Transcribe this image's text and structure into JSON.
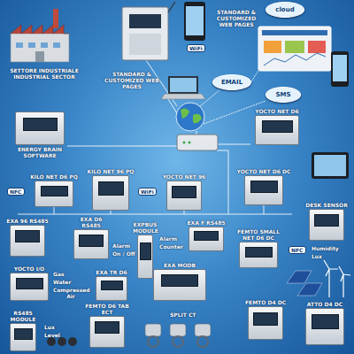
{
  "diagram": {
    "nodes": [
      {
        "text": [
          "cloud"
        ]
      },
      {
        "text": [
          "EMAIL"
        ]
      },
      {
        "text": [
          "SMS"
        ]
      },
      {
        "text": [
          "YOCTO NET D6"
        ]
      },
      {
        "text": [
          "ENERGY BRAIN SOFTWARE"
        ]
      },
      {
        "text": [
          "KILO NET D6 PQ"
        ]
      },
      {
        "text": [
          "KILO NET 96 PQ"
        ]
      },
      {
        "text": [
          "YOCTO NET 96"
        ]
      },
      {
        "text": [
          "YOCTO NET D6 DC"
        ]
      },
      {
        "text": [
          "EXA 96 RS485"
        ]
      },
      {
        "text": [
          "EXA D6 RS485"
        ]
      },
      {
        "text": [
          "EXPBUS MODULE"
        ]
      },
      {
        "text": [
          "EXA F RS485"
        ]
      },
      {
        "text": [
          "FEMTO SMALL NET D6 DC"
        ]
      },
      {
        "text": [
          "DESK SENSOR"
        ]
      },
      {
        "text": [
          "YOCTO I/O"
        ]
      },
      {
        "text": [
          "EXA TR D6"
        ]
      },
      {
        "text": [
          "EXA MODB"
        ]
      },
      {
        "text": [
          "RS485 MODULE"
        ]
      },
      {
        "text": [
          "FEMTO D6 TAB ECT"
        ]
      },
      {
        "text": [
          "FEMTO D4 DC"
        ]
      },
      {
        "text": [
          "ATTO D4 DC"
        ]
      }
    ],
    "labels": [
      "SETTORE INDUSTRIALE INDUSTRIAL SECTOR",
      "STANDARD & CUSTOMIZED WEB PAGES",
      "STANDARD & CUSTOMIZED WEB PAGES",
      "WiFi",
      "NFC",
      "WiFi",
      "Alarm",
      "On / Off",
      "Alarm",
      "Counter",
      "NFC",
      "Humidity",
      "Lux",
      "Gas",
      "Water",
      "Compressed Air",
      "Lux",
      "Level",
      "SPLIT CT"
    ]
  }
}
